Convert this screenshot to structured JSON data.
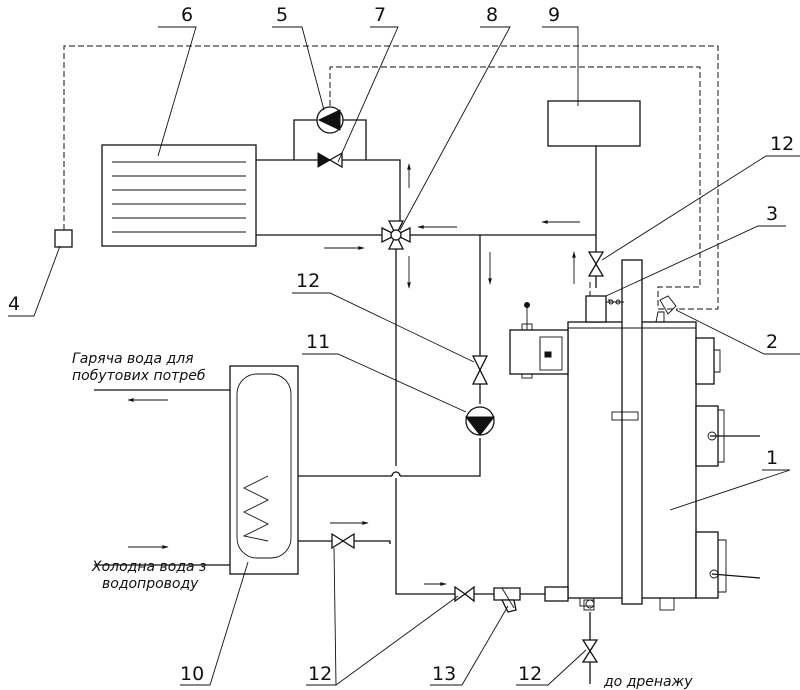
{
  "callouts": {
    "n1": "1",
    "n2": "2",
    "n3": "3",
    "n4": "4",
    "n5": "5",
    "n6": "6",
    "n7": "7",
    "n8": "8",
    "n9": "9",
    "n10": "10",
    "n11": "11",
    "n12a": "12",
    "n12b": "12",
    "n12c": "12",
    "n12d": "12",
    "n13": "13"
  },
  "labels": {
    "hot_water_line1": "Гаряча вода для",
    "hot_water_line2": "побутових потреб",
    "cold_water_line1": "Холодна вода з",
    "cold_water_line2": "водопроводу",
    "drain": "до дренажу"
  },
  "icons": {
    "pump": "pump-icon",
    "valve": "valve-icon",
    "three_way_valve": "three-way-valve-icon",
    "filter": "strainer-icon",
    "flow_arrow": "flow-arrow-icon"
  }
}
